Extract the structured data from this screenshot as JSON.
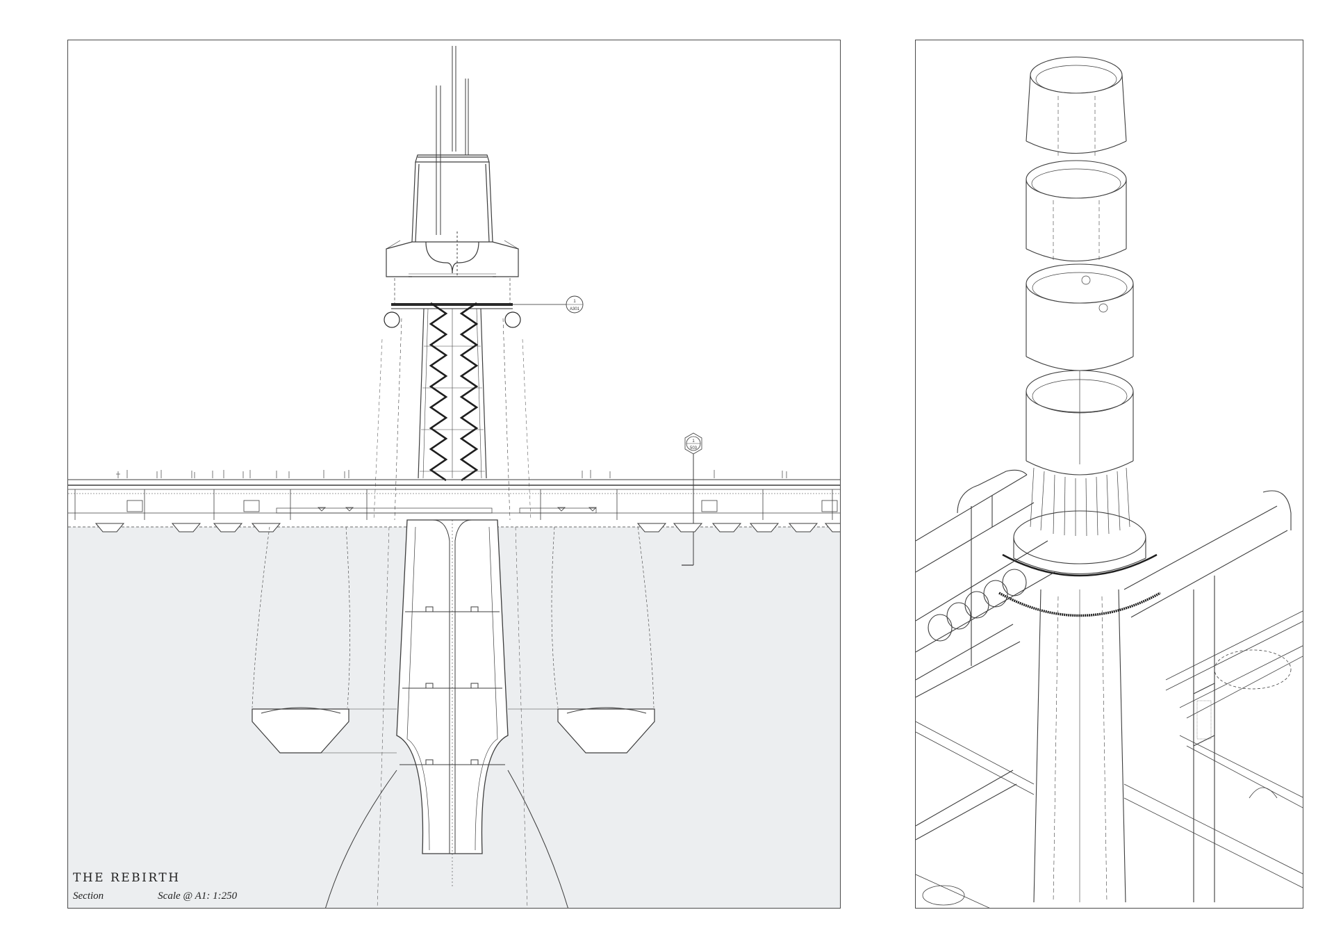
{
  "title_block": {
    "project_title": "THE REBIRTH",
    "drawing_type": "Section",
    "scale": "Scale @ A1: 1:250"
  },
  "section_markers": [
    {
      "number": "1",
      "sheet": "A301"
    },
    {
      "number": "1",
      "sheet": "503"
    }
  ],
  "colors": {
    "ground_fill": "#eceef0",
    "linework": "#3c3c3c",
    "border": "#4a4a4a"
  }
}
